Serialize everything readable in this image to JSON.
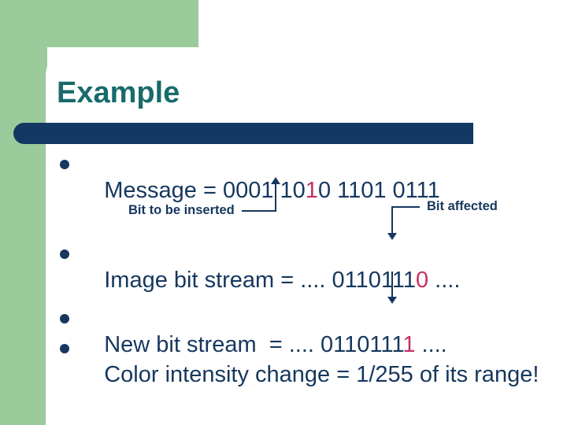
{
  "slide": {
    "title": "Example",
    "bullets": [
      {
        "id": "message",
        "prefix": "Message = 0001 10",
        "highlight": "1",
        "suffix": "0 1101 0111"
      },
      {
        "id": "image-bit-stream",
        "prefix": "Image bit stream = .... 0110111",
        "highlight": "0",
        "suffix": " ...."
      },
      {
        "id": "new-bit-stream",
        "prefix": "New bit stream  = .... 0110111",
        "highlight": "1",
        "suffix": " ...."
      },
      {
        "id": "color-intensity",
        "prefix": "Color intensity change = 1/255 of its range!",
        "highlight": "",
        "suffix": ""
      }
    ],
    "callouts": {
      "bit_inserted": "Bit to be inserted",
      "bit_affected": "Bit affected"
    },
    "colors": {
      "green": "#9bcb9b",
      "navy": "#16375e",
      "bar": "#133863",
      "teal": "#186a6b",
      "highlight": "#c53066"
    }
  }
}
